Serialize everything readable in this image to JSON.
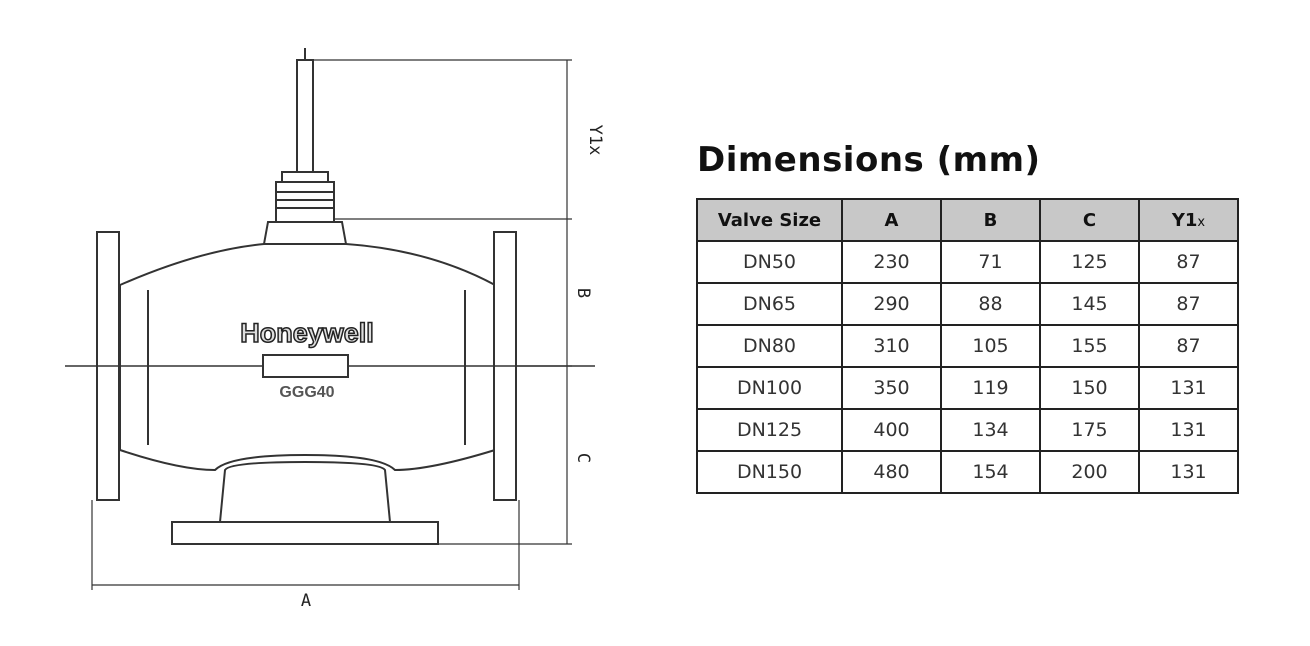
{
  "title": "Dimensions (mm)",
  "drawing": {
    "brand": "Honeywell",
    "material_code": "GGG40",
    "dim_labels": {
      "a": "A",
      "b": "B",
      "c": "C",
      "y1x": "Y1x"
    }
  },
  "table": {
    "headers": {
      "valve_size": "Valve Size",
      "a": "A",
      "b": "B",
      "c": "C",
      "y1": "Y1",
      "y1_sub": "x"
    },
    "rows": [
      {
        "size": "DN50",
        "a": "230",
        "b": "71",
        "c": "125",
        "y1x": "87"
      },
      {
        "size": "DN65",
        "a": "290",
        "b": "88",
        "c": "145",
        "y1x": "87"
      },
      {
        "size": "DN80",
        "a": "310",
        "b": "105",
        "c": "155",
        "y1x": "87"
      },
      {
        "size": "DN100",
        "a": "350",
        "b": "119",
        "c": "150",
        "y1x": "131"
      },
      {
        "size": "DN125",
        "a": "400",
        "b": "134",
        "c": "175",
        "y1x": "131"
      },
      {
        "size": "DN150",
        "a": "480",
        "b": "154",
        "c": "200",
        "y1x": "131"
      }
    ]
  }
}
